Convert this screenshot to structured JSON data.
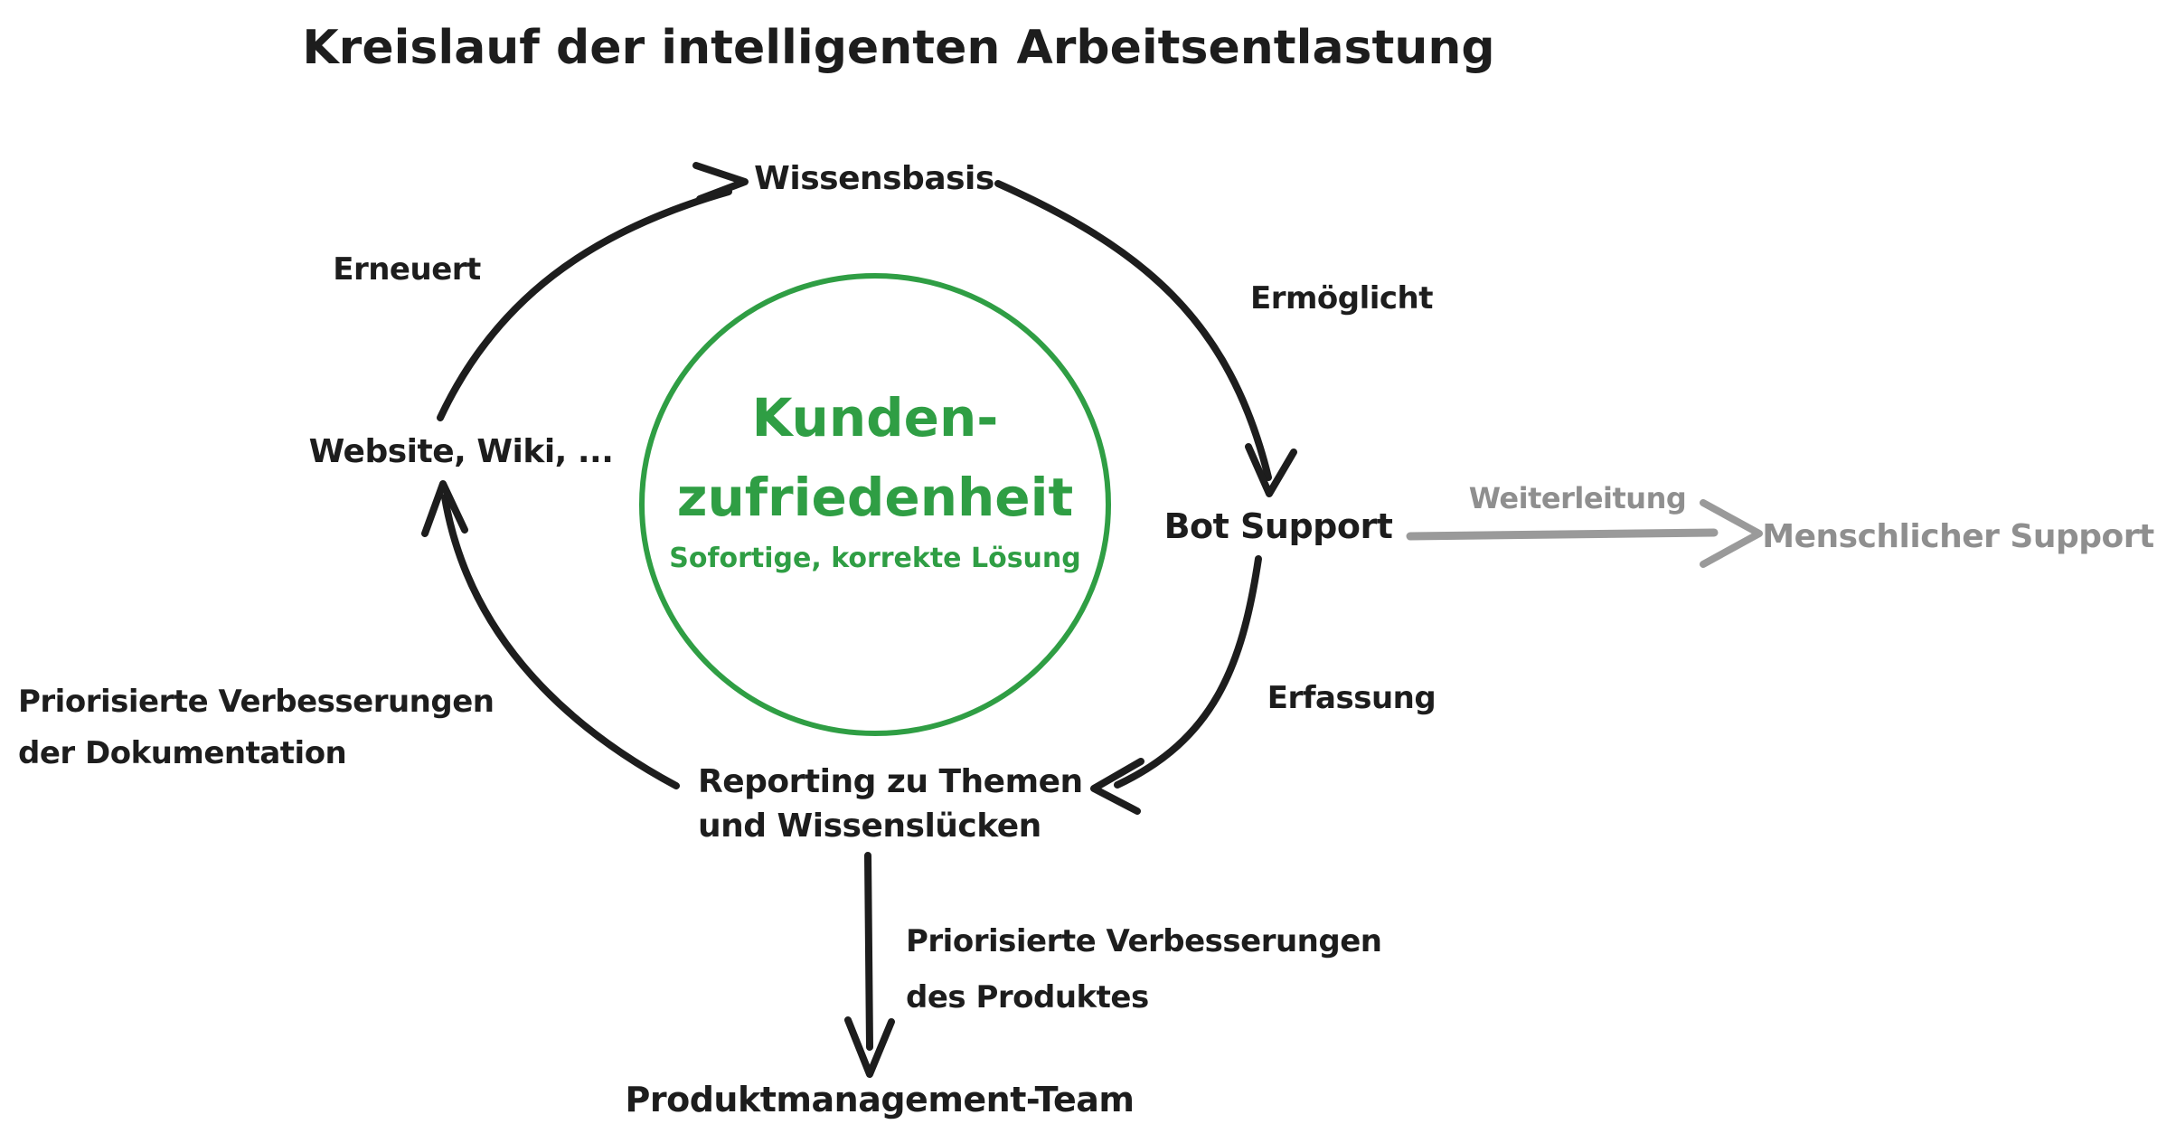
{
  "title": "Kreislauf der intelligenten Arbeitsentlastung",
  "center_circle": {
    "line1": "Kunden-",
    "line2": "zufriedenheit",
    "subtitle": "Sofortige, korrekte Lösung"
  },
  "nodes": {
    "wissensbasis": "Wissensbasis",
    "website_wiki": "Website, Wiki, ...",
    "bot_support": "Bot Support",
    "menschlicher_support": "Menschlicher Support",
    "reporting": {
      "line1": "Reporting zu Themen",
      "line2": "und Wissenslücken"
    },
    "produktmanagement_team": "Produktmanagement-Team"
  },
  "edge_labels": {
    "erneuert": "Erneuert",
    "ermoeglicht": "Ermöglicht",
    "weiterleitung": "Weiterleitung",
    "erfassung": "Erfassung",
    "prio_doku": {
      "line1": "Priorisierte Verbesserungen",
      "line2": "der Dokumentation"
    },
    "prio_produkt": {
      "line1": "Priorisierte Verbesserungen",
      "line2": "des Produktes"
    }
  },
  "colors": {
    "ink": "#1d1d1d",
    "green": "#2f9e44",
    "gray_arrow": "#9a9a9a",
    "gray_text": "#8f8f8f"
  }
}
